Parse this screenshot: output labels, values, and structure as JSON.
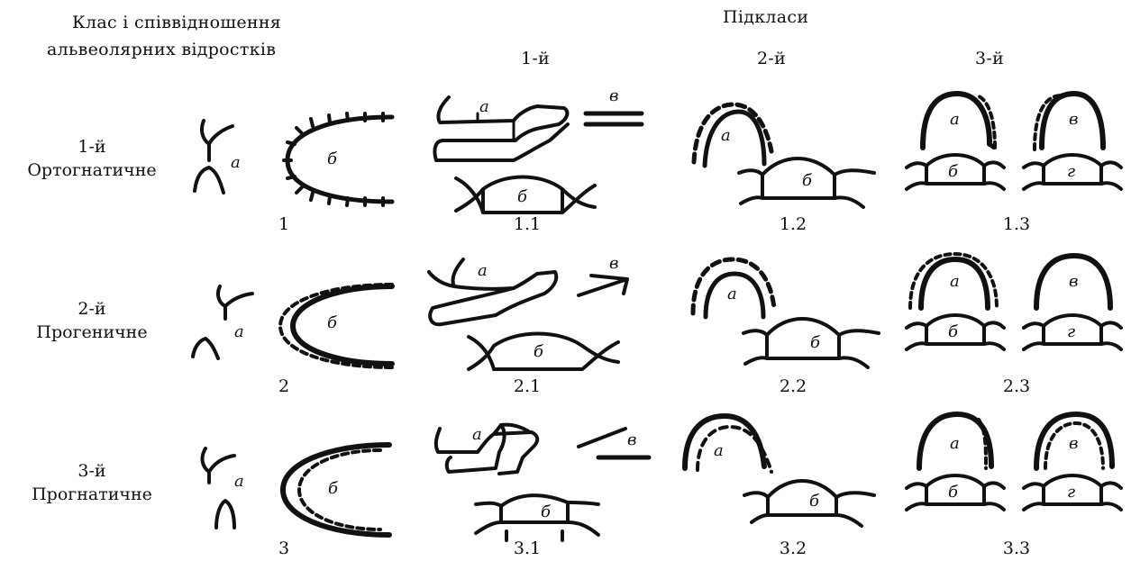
{
  "headers": {
    "class_title_line1": "Клас і співвідношення",
    "class_title_line2": "альвеолярних відростків",
    "subclasses": "Підкласи",
    "sub1": "1-й",
    "sub2": "2-й",
    "sub3": "3-й"
  },
  "letters": {
    "a": "а",
    "b": "б",
    "v": "в",
    "g": "г"
  },
  "rows": [
    {
      "class_number": "1-й",
      "class_name": "Ортогнатичне",
      "figure_numbers": [
        "1",
        "1.1",
        "1.2",
        "1.3"
      ]
    },
    {
      "class_number": "2-й",
      "class_name": "Прогеничне",
      "figure_numbers": [
        "2",
        "2.1",
        "2.2",
        "2.3"
      ]
    },
    {
      "class_number": "3-й",
      "class_name": "Прогнатичне",
      "figure_numbers": [
        "3",
        "3.1",
        "3.2",
        "3.3"
      ]
    }
  ]
}
